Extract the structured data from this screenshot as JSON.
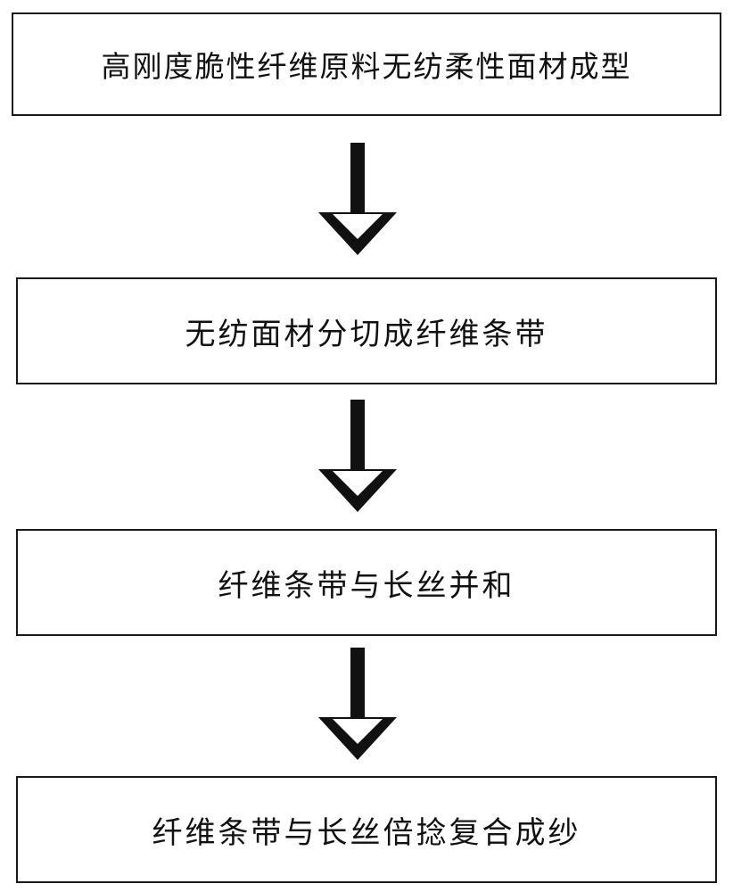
{
  "flowchart": {
    "steps": [
      {
        "label": "高刚度脆性纤维原料无纺柔性面材成型"
      },
      {
        "label": "无纺面材分切成纤维条带"
      },
      {
        "label": "纤维条带与长丝并和"
      },
      {
        "label": "纤维条带与长丝倍捻复合成纱"
      }
    ],
    "colors": {
      "border": "#1a1a1a",
      "arrow": "#111111",
      "background": "#ffffff"
    }
  }
}
